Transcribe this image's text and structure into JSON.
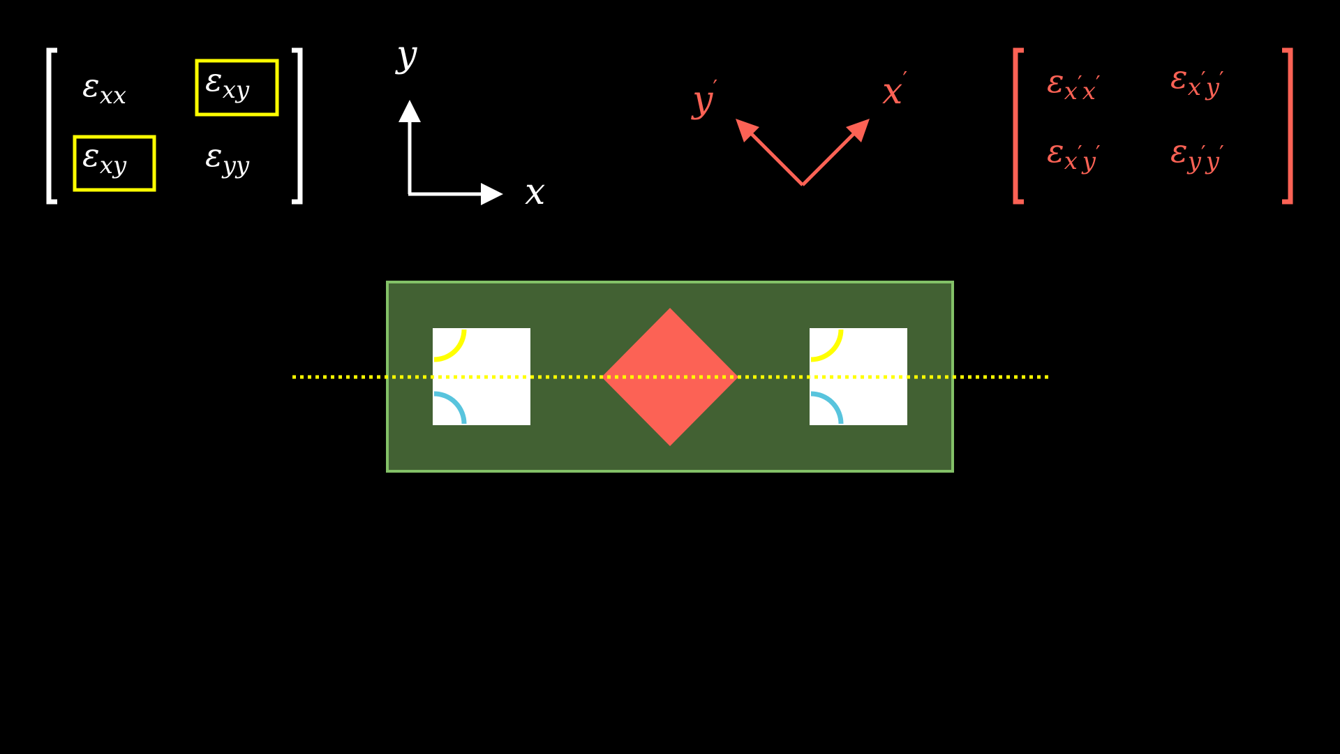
{
  "colors": {
    "background": "#000000",
    "white": "#ffffff",
    "highlight": "#ffff00",
    "rotated": "#fc6255",
    "plate_fill": "#426133",
    "plate_border": "#83c167",
    "arc_blue": "#58c4dd",
    "square_fill": "#ffffff"
  },
  "matrix_xy": {
    "e11": {
      "symbol": "ε",
      "sub": "xx"
    },
    "e12": {
      "symbol": "ε",
      "sub": "xy"
    },
    "e21": {
      "symbol": "ε",
      "sub": "xy"
    },
    "e22": {
      "symbol": "ε",
      "sub": "yy"
    },
    "highlighted": [
      "e12",
      "e21"
    ]
  },
  "axes_xy": {
    "x_label": "x",
    "y_label": "y"
  },
  "axes_rotated": {
    "x_label": "x",
    "y_label": "y",
    "prime": "′",
    "rotation_deg": 45
  },
  "matrix_rotated": {
    "symbol": "ε",
    "prime": "′",
    "e11": {
      "s1": "x",
      "s2": "x"
    },
    "e12": {
      "s1": "x",
      "s2": "y"
    },
    "e21": {
      "s1": "x",
      "s2": "y"
    },
    "e22": {
      "s1": "y",
      "s2": "y"
    }
  },
  "specimen": {
    "left_square": {
      "arcs": [
        "yellow",
        "blue"
      ]
    },
    "diamond": {
      "rotation_deg": 45
    },
    "right_square": {
      "arcs": [
        "yellow",
        "blue"
      ]
    },
    "center_line": {
      "style": "dotted"
    }
  }
}
